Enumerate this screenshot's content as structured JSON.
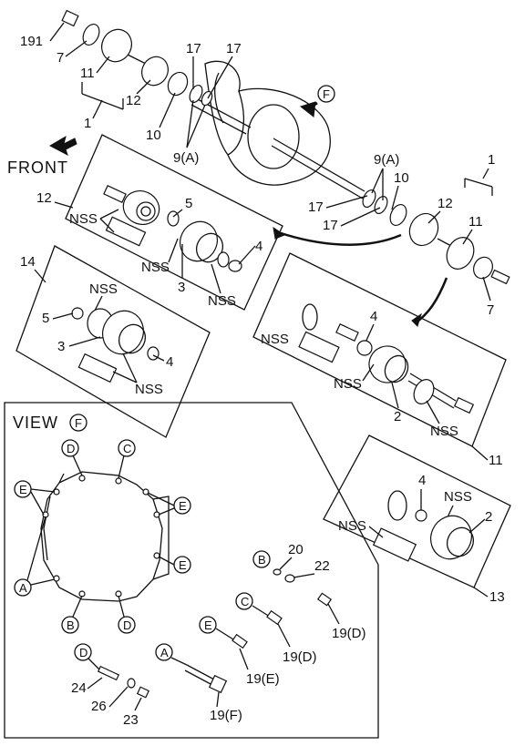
{
  "front_label": "FRONT",
  "view_title": "VIEW",
  "view_marker": "F",
  "f_marker": "F",
  "labels": {
    "l191": "191",
    "l7a": "7",
    "l11a": "11",
    "l12a": "12",
    "l1a": "1",
    "l17a": "17",
    "l17b": "17",
    "l10a": "10",
    "l9a": "9(A)",
    "l9b": "9(A)",
    "l1b": "1",
    "l17c": "17",
    "l10b": "10",
    "l17d": "17",
    "l12b": "12",
    "l11b": "11",
    "l7b": "7",
    "b12": "12",
    "nss1": "NSS",
    "b5": "5",
    "b4": "4",
    "nss2": "NSS",
    "b3": "3",
    "nss3": "NSS",
    "b14": "14",
    "nss4": "NSS",
    "c5": "5",
    "c3": "3",
    "c4": "4",
    "nss5": "NSS",
    "d4": "4",
    "nss6": "NSS",
    "nss7": "NSS",
    "d2": "2",
    "nss8": "NSS",
    "d11": "11",
    "e4": "4",
    "nss9": "NSS",
    "nss10": "NSS",
    "e2": "2",
    "e13": "13",
    "v20": "20",
    "v22": "22",
    "v19d1": "19(D)",
    "v19d2": "19(D)",
    "v19e": "19(E)",
    "v24": "24",
    "v26": "26",
    "v23": "23",
    "v19f": "19(F)"
  },
  "circle_letters": {
    "cD1": "D",
    "cC1": "C",
    "cE1": "E",
    "cE2": "E",
    "cE3": "E",
    "cA1": "A",
    "cB1": "B",
    "cD2": "D",
    "cB2": "B",
    "cC2": "C",
    "cE4": "E",
    "cD3": "D",
    "cA2": "A"
  }
}
